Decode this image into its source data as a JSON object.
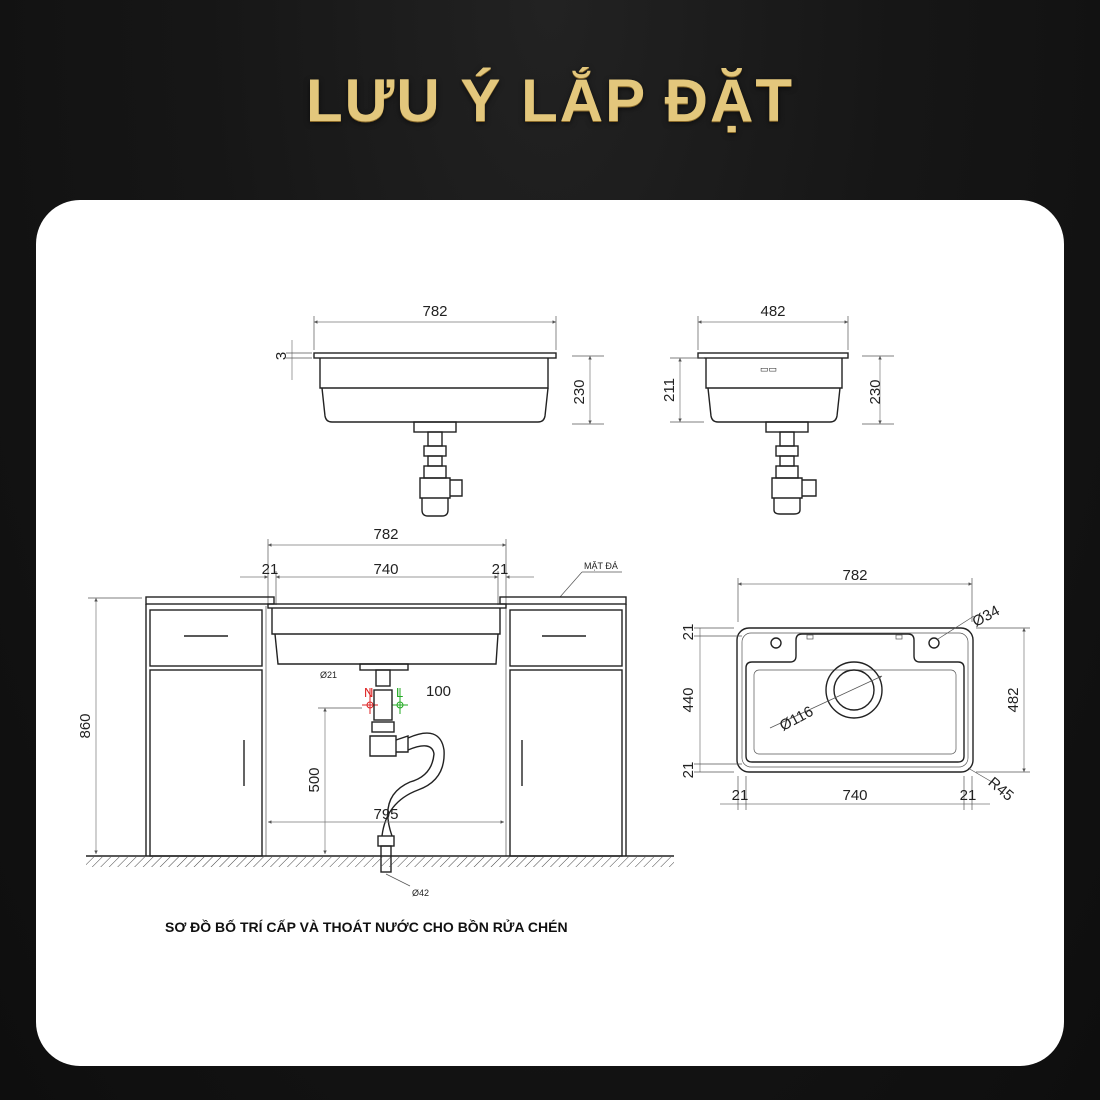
{
  "header": {
    "title": "LƯU Ý LẮP ĐẶT"
  },
  "front_view": {
    "width": "782",
    "rim": "3",
    "depth": "230"
  },
  "side_view": {
    "width": "482",
    "inner_depth": "211",
    "depth": "230"
  },
  "cabinet": {
    "overall": "782",
    "side_left": "21",
    "inner": "740",
    "side_right": "21",
    "countertop": "MẶT ĐÁ",
    "height": "860",
    "outlet_dia": "Ø21",
    "supply_n": "N",
    "supply_l": "L",
    "supply_gap": "100",
    "drain_height": "500",
    "drain_width": "795",
    "drain_dia": "Ø42"
  },
  "top_view": {
    "width": "782",
    "tap_hole": "Ø34",
    "top_margin": "21",
    "inner_h": "440",
    "bottom_margin": "21",
    "height": "482",
    "drain": "Ø116",
    "radius": "R45",
    "side_left": "21",
    "inner_w": "740",
    "side_right": "21"
  },
  "caption": "SƠ ĐỒ BỐ TRÍ CẤP VÀ THOÁT NƯỚC CHO BỒN RỬA CHÉN",
  "colors": {
    "title": "#e3c77c",
    "n_line": "#d22",
    "l_line": "#2a2"
  }
}
